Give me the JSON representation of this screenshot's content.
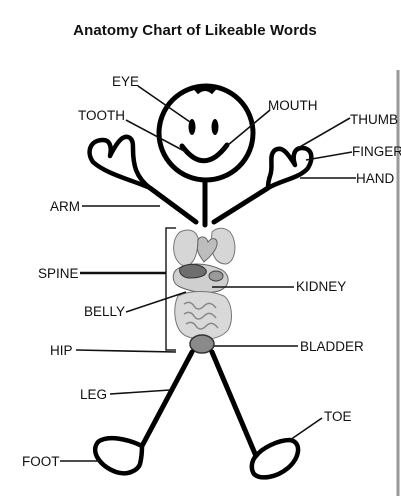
{
  "title": "Anatomy Chart of Likeable Words",
  "labels": {
    "eye": "EYE",
    "tooth": "TOOTH",
    "mouth": "MOUTH",
    "thumb": "THUMB",
    "finger": "FINGER",
    "hand": "HAND",
    "arm": "ARM",
    "spine": "SPINE",
    "kidney": "KIDNEY",
    "belly": "BELLY",
    "hip": "HIP",
    "bladder": "BLADDER",
    "leg": "LEG",
    "toe": "TOE",
    "foot": "FOOT"
  },
  "colors": {
    "line": "#000000",
    "organ_fill": "#cfcfcf",
    "kidney_fill": "#7a7a7a",
    "bladder_fill": "#8a8a8a"
  }
}
